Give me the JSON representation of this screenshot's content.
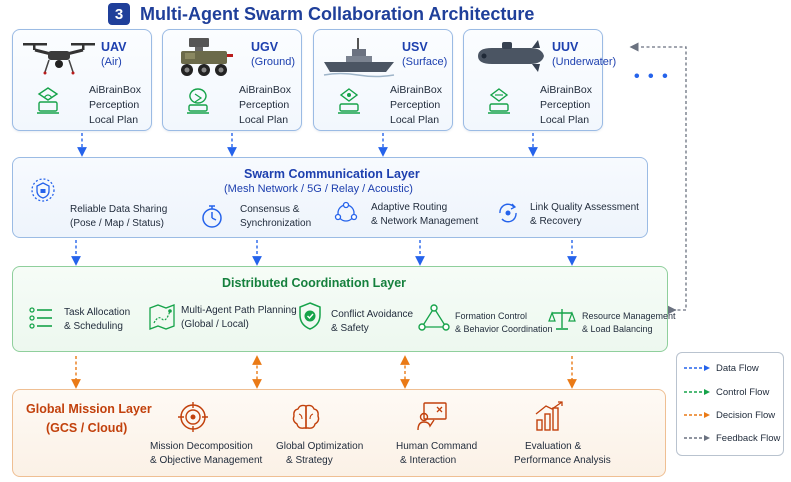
{
  "header": {
    "number": "3",
    "title": "Multi-Agent Swarm Collaboration Architecture"
  },
  "agents": [
    {
      "name": "UAV",
      "sub": "(Air)",
      "cap1": "AiBrainBox",
      "cap2": "Perception",
      "cap3": "Local Plan"
    },
    {
      "name": "UGV",
      "sub": "(Ground)",
      "cap1": "AiBrainBox",
      "cap2": "Perception",
      "cap3": "Local Plan"
    },
    {
      "name": "USV",
      "sub": "(Surface)",
      "cap1": "AiBrainBox",
      "cap2": "Perception",
      "cap3": "Local Plan"
    },
    {
      "name": "UUV",
      "sub": "(Underwater)",
      "cap1": "AiBrainBox",
      "cap2": "Perception",
      "cap3": "Local Plan"
    }
  ],
  "more_agents": "• • •",
  "communication_layer": {
    "title": "Swarm Communication Layer",
    "subtitle": "(Mesh Network / 5G / Relay / Acoustic)",
    "items": [
      {
        "line1": "Reliable Data Sharing",
        "line2": "(Pose / Map / Status)",
        "icon": "shield-network-icon"
      },
      {
        "line1": "Consensus &",
        "line2": "Synchronization",
        "icon": "stopwatch-icon"
      },
      {
        "line1": "Adaptive Routing",
        "line2": "& Network Management",
        "icon": "routing-nodes-icon"
      },
      {
        "line1": "Link Quality Assessment",
        "line2": "& Recovery",
        "icon": "link-recovery-icon"
      }
    ]
  },
  "coordination_layer": {
    "title": "Distributed Coordination Layer",
    "items": [
      {
        "line1": "Task Allocation",
        "line2": "& Scheduling",
        "icon": "task-list-icon"
      },
      {
        "line1": "Multi-Agent Path Planning",
        "line2": "(Global / Local)",
        "icon": "path-map-icon"
      },
      {
        "line1": "Conflict Avoidance",
        "line2": "& Safety",
        "icon": "safety-shield-icon"
      },
      {
        "line1": "Formation Control",
        "line2": "& Behavior Coordination",
        "icon": "formation-triangle-icon"
      },
      {
        "line1": "Resource Management",
        "line2": "& Load Balancing",
        "icon": "balance-scale-icon"
      }
    ]
  },
  "mission_layer": {
    "title": "Global Mission Layer",
    "subtitle": "(GCS / Cloud)",
    "items": [
      {
        "line1": "Mission Decomposition",
        "line2": "& Objective Management",
        "icon": "target-icon"
      },
      {
        "line1": "Global Optimization",
        "line2": "& Strategy",
        "icon": "brain-icon"
      },
      {
        "line1": "Human Command",
        "line2": "& Interaction",
        "icon": "operator-board-icon"
      },
      {
        "line1": "Evaluation &",
        "line2": "Performance Analysis",
        "icon": "bar-chart-icon"
      }
    ]
  },
  "legend": [
    {
      "label": "Data Flow",
      "color": "#2563eb"
    },
    {
      "label": "Control Flow",
      "color": "#16a34a"
    },
    {
      "label": "Decision Flow",
      "color": "#ea7a16"
    },
    {
      "label": "Feedback Flow",
      "color": "#6b7280"
    }
  ],
  "colors": {
    "primary_blue": "#1f3f9a",
    "data_blue": "#2563eb",
    "control_green": "#16a34a",
    "decision_orange": "#ea7a16",
    "feedback_gray": "#6b7280"
  }
}
